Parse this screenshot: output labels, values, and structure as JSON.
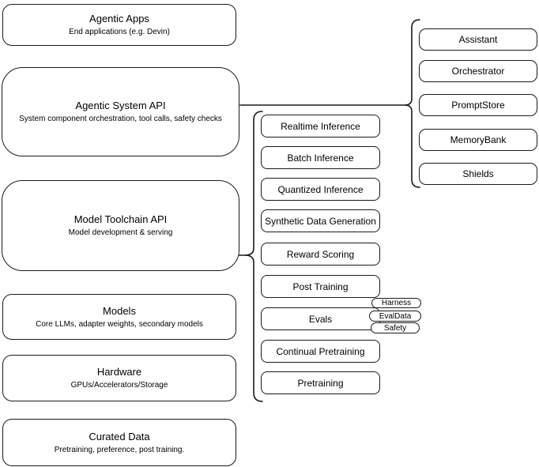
{
  "diagram": {
    "left_stack": [
      {
        "title": "Agentic Apps",
        "subtitle": "End applications (e.g. Devin)"
      },
      {
        "title": "Agentic System API",
        "subtitle": "System component orchestration, tool calls, safety checks"
      },
      {
        "title": "Model Toolchain API",
        "subtitle": "Model development & serving"
      },
      {
        "title": "Models",
        "subtitle": "Core LLMs, adapter weights, secondary models"
      },
      {
        "title": "Hardware",
        "subtitle": "GPUs/Accelerators/Storage"
      },
      {
        "title": "Curated Data",
        "subtitle": "Pretraining, preference, post training."
      }
    ],
    "toolchain_stack": [
      "Realtime Inference",
      "Batch Inference",
      "Quantized Inference",
      "Synthetic Data Generation",
      "Reward Scoring",
      "Post Training",
      "Evals",
      "Continual Pretraining",
      "Pretraining"
    ],
    "evals_tags": [
      "Harness",
      "EvalData",
      "Safety"
    ],
    "system_stack": [
      "Assistant",
      "Orchestrator",
      "PromptStore",
      "MemoryBank",
      "Shields"
    ],
    "colors": {
      "stroke": "#1a1a1a",
      "background": "#ffffff",
      "text": "#000000"
    }
  }
}
